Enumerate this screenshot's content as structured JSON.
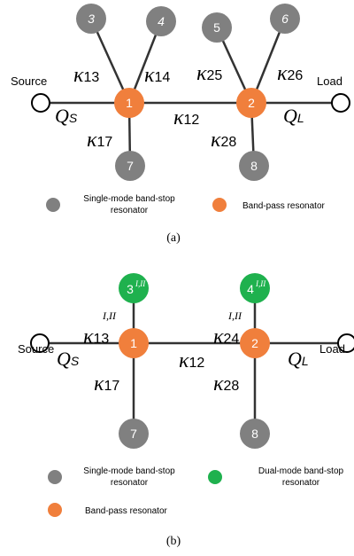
{
  "colors": {
    "band_pass": "#f07f3c",
    "single_mode_stop": "#808080",
    "dual_mode_stop": "#1fb14e",
    "line": "#333333"
  },
  "a": {
    "caption": "(a)",
    "source": "Source",
    "load": "Load",
    "nodes": {
      "n1": "1",
      "n2": "2",
      "n3": "3",
      "n4": "4",
      "n5": "5",
      "n6": "6",
      "n7": "7",
      "n8": "8"
    },
    "kappa": "κ",
    "k13": "13",
    "k14": "14",
    "k25": "25",
    "k26": "26",
    "k12": "12",
    "k17": "17",
    "k28": "28",
    "q": "Q",
    "qs": "S",
    "ql": "L",
    "legend_single": [
      "Single-mode band-stop",
      "resonator"
    ],
    "legend_band_pass": "Band-pass resonator"
  },
  "b": {
    "caption": "(b)",
    "source": "Source",
    "load": "Load",
    "nodes": {
      "n1": "1",
      "n2": "2",
      "n3": "3",
      "n4": "4",
      "n7": "7",
      "n8": "8"
    },
    "node_sup": "I,II",
    "kappa": "κ",
    "k13": "13",
    "k24": "24",
    "k12": "12",
    "k17": "17",
    "k28": "28",
    "coupling_sup": "I,II",
    "q": "Q",
    "qs": "S",
    "ql": "L",
    "legend_single": [
      "Single-mode band-stop",
      "resonator"
    ],
    "legend_dual": [
      "Dual-mode band-stop",
      "resonator"
    ],
    "legend_band_pass": "Band-pass resonator"
  }
}
